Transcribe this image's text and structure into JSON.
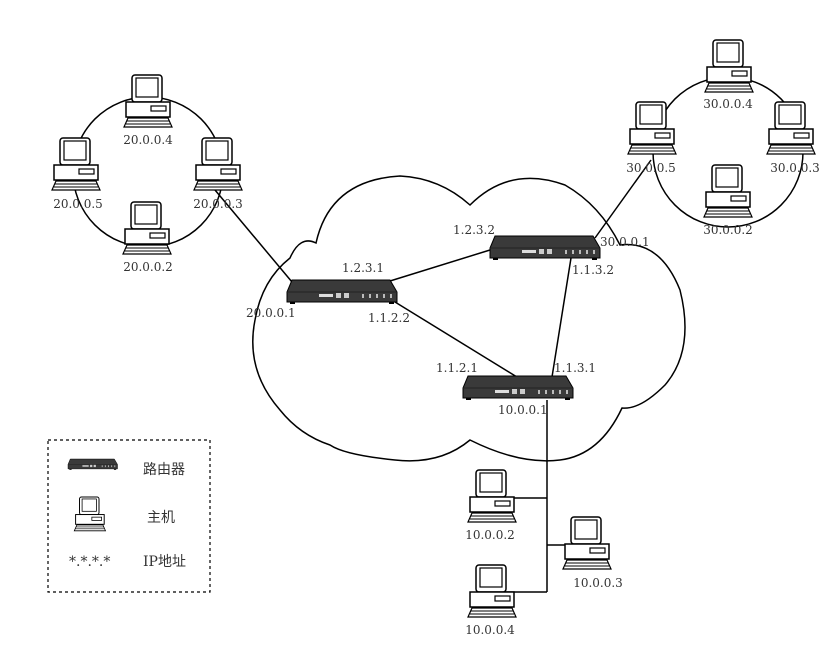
{
  "network_a": {
    "hosts": [
      "20.0.0.4",
      "20.0.0.5",
      "20.0.0.3",
      "20.0.0.2"
    ]
  },
  "network_b": {
    "hosts": [
      "30.0.0.4",
      "30.0.0.5",
      "30.0.0.3",
      "30.0.0.2"
    ]
  },
  "network_c": {
    "hosts": [
      "10.0.0.2",
      "10.0.0.3",
      "10.0.0.4"
    ]
  },
  "routers": [
    {
      "interfaces": [
        "1.2.3.1",
        "20.0.0.1",
        "1.1.2.2"
      ]
    },
    {
      "interfaces": [
        "1.2.3.2",
        "30.0.0.1",
        "1.1.3.2"
      ]
    },
    {
      "interfaces": [
        "1.1.2.1",
        "1.1.3.1",
        "10.0.0.1"
      ]
    }
  ],
  "legend": {
    "router_label": "路由器",
    "host_label": "主机",
    "ip_symbol": "*.*.*.*",
    "ip_label": "IP地址"
  },
  "colors": {
    "router_body": "#3a3a3a",
    "line": "#000000"
  }
}
